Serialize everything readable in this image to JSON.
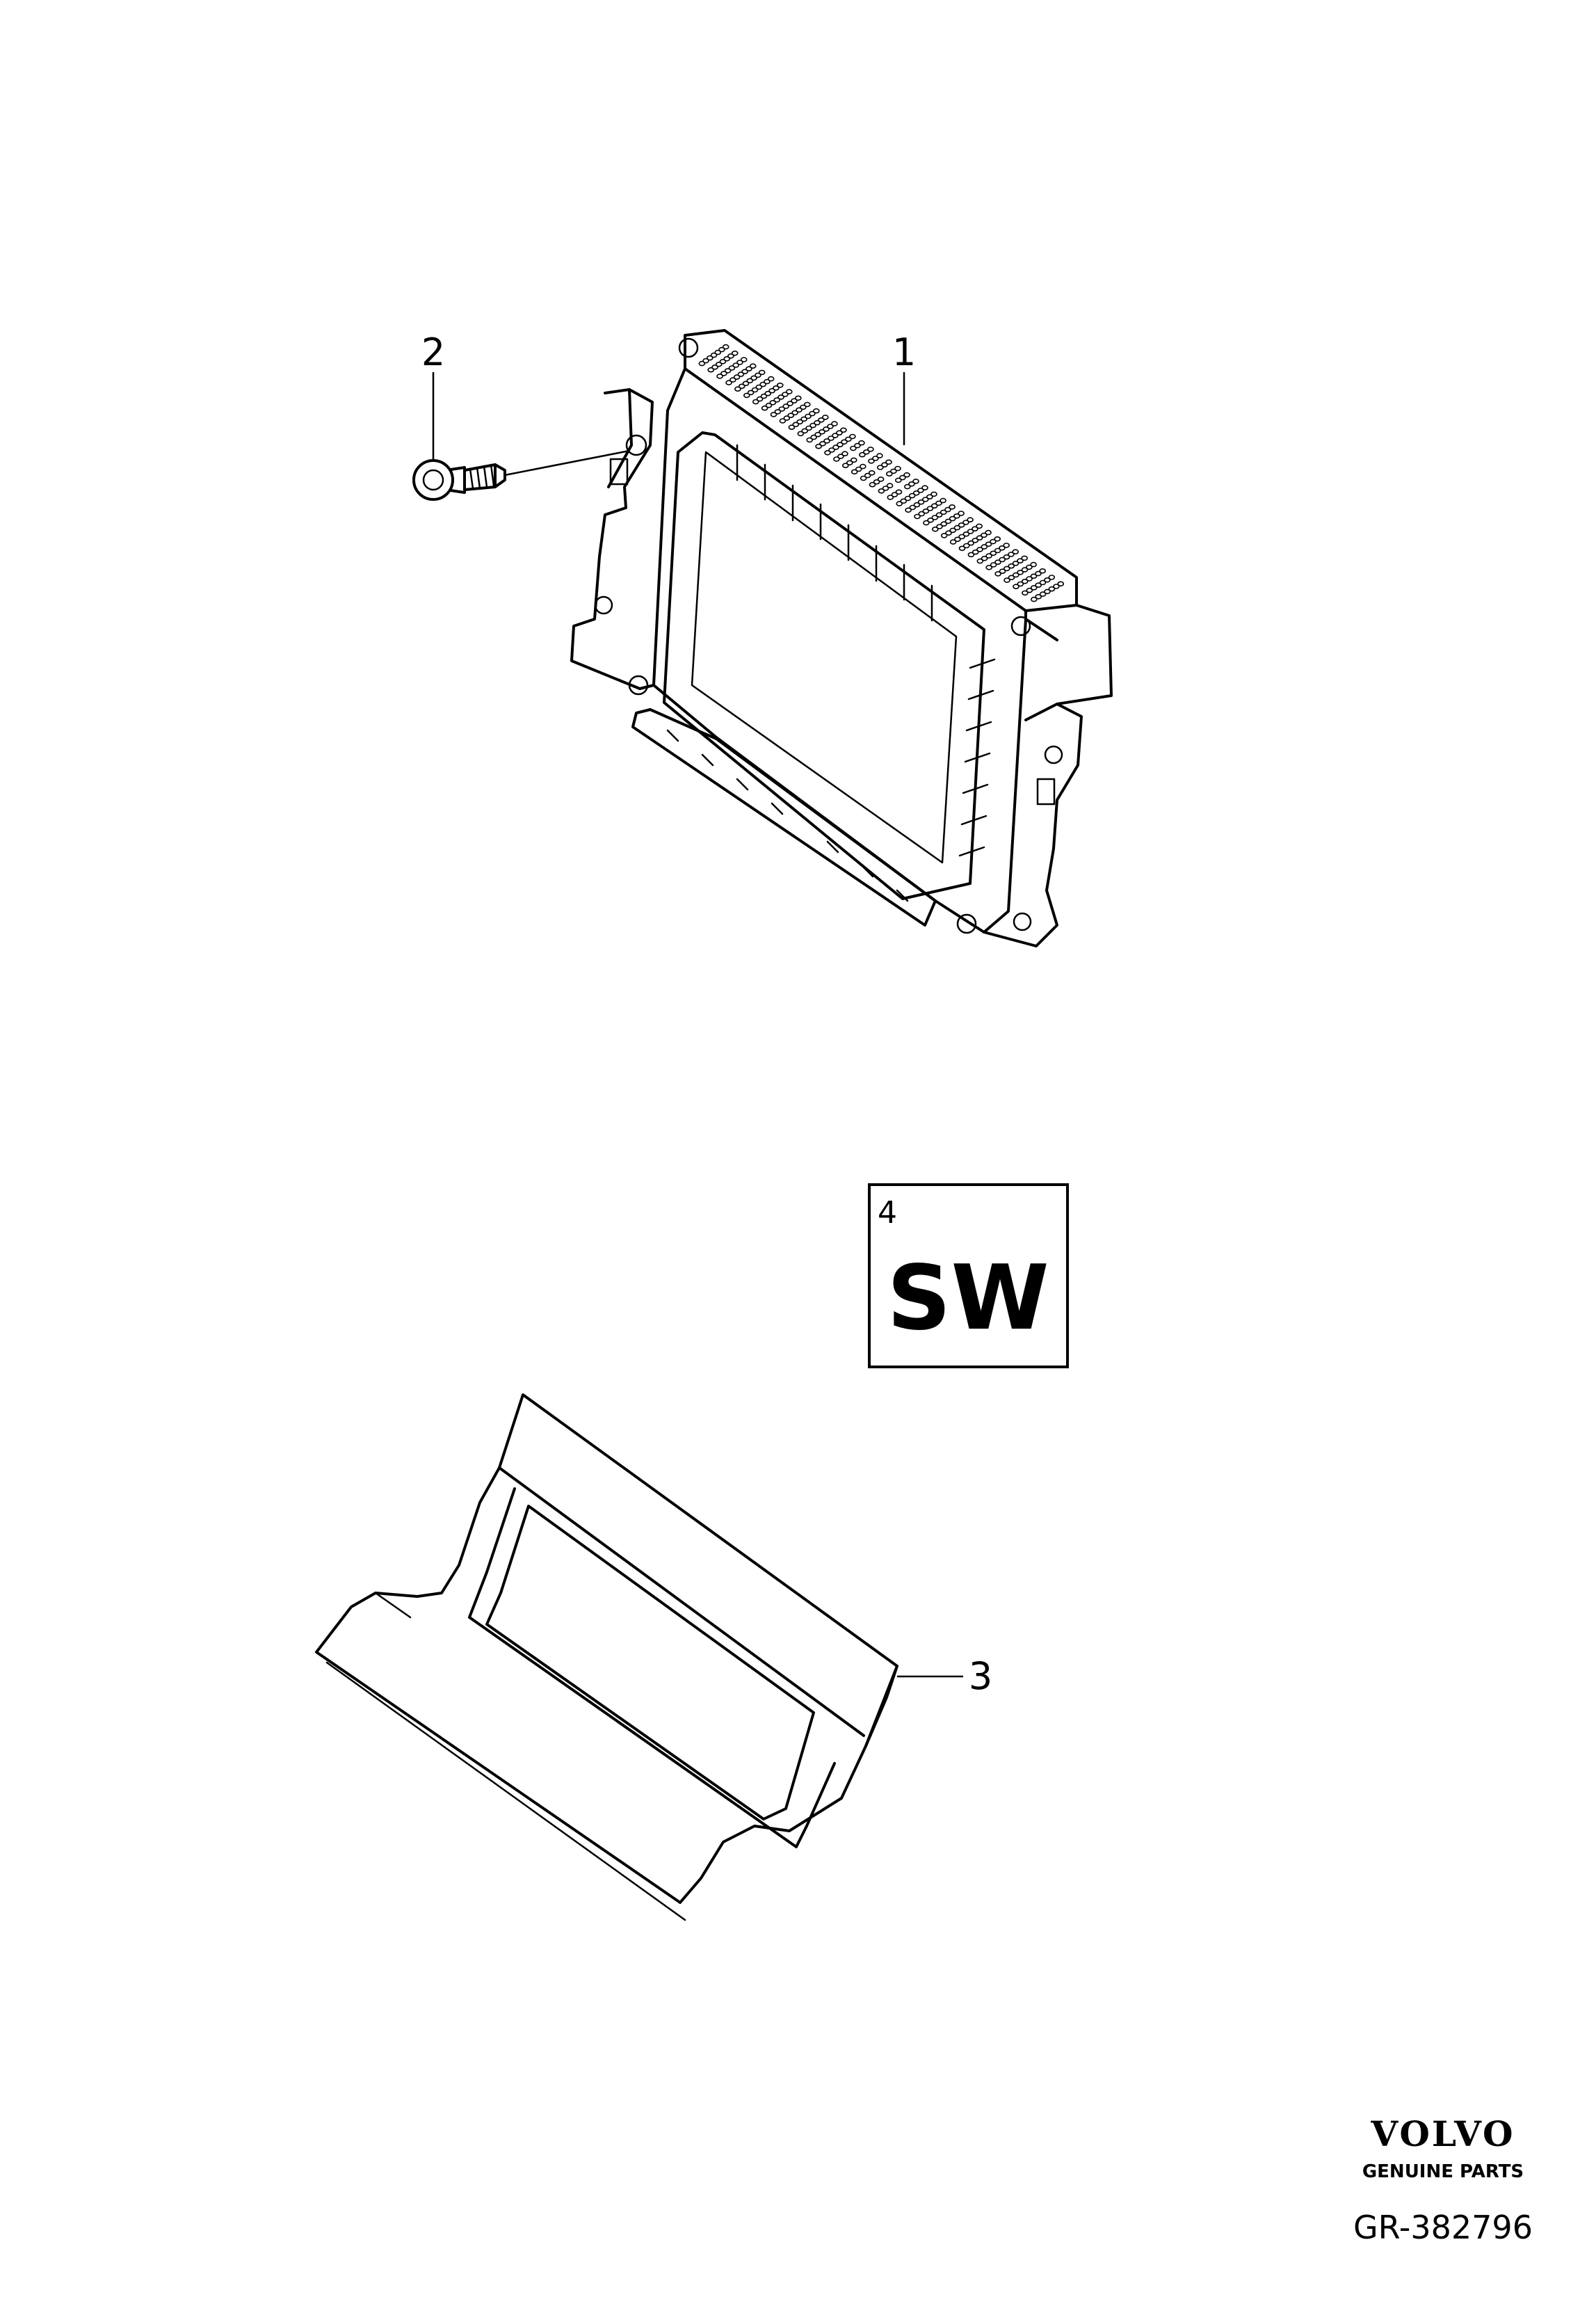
{
  "callouts": {
    "part1": "1",
    "part2": "2",
    "part3": "3",
    "part4": "4"
  },
  "software_box": {
    "number": "4",
    "label": "SW"
  },
  "branding": {
    "brand": "VOLVO",
    "tagline": "GENUINE PARTS",
    "reference": "GR-382796"
  },
  "colors": {
    "line": "#000000",
    "background": "#ffffff"
  }
}
